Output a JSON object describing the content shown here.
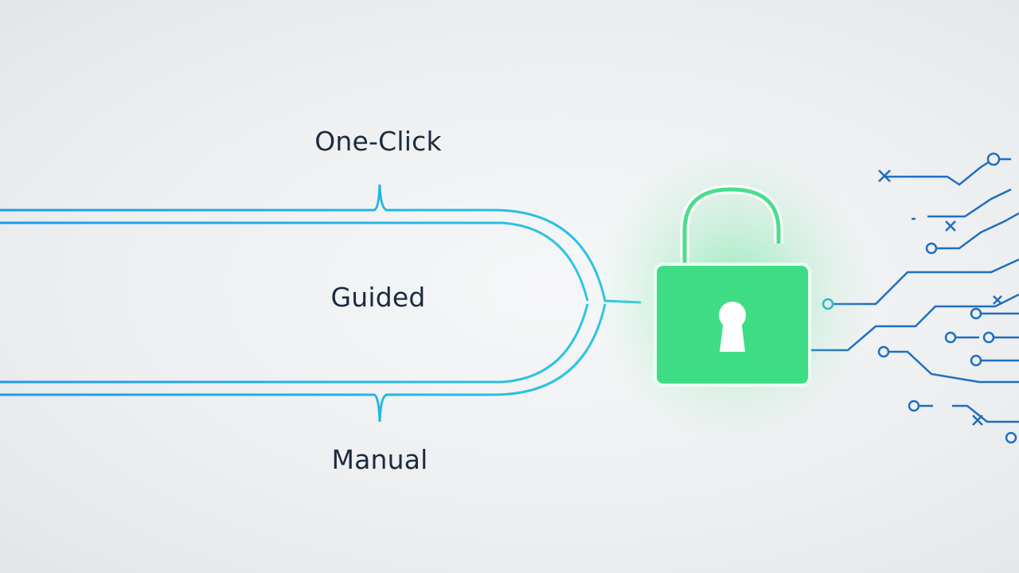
{
  "options": {
    "top": "One-Click",
    "middle": "Guided",
    "bottom": "Manual"
  },
  "icons": [
    "padlock-unlocked-icon",
    "keyhole-icon",
    "circuit-traces"
  ],
  "colors": {
    "line_blue": "#1a9be6",
    "line_cyan": "#28c3e0",
    "lock_green": "#3ddc84",
    "circuit_blue": "#1f6fbf",
    "text": "#1c2b3e",
    "background": "#eceef0"
  }
}
